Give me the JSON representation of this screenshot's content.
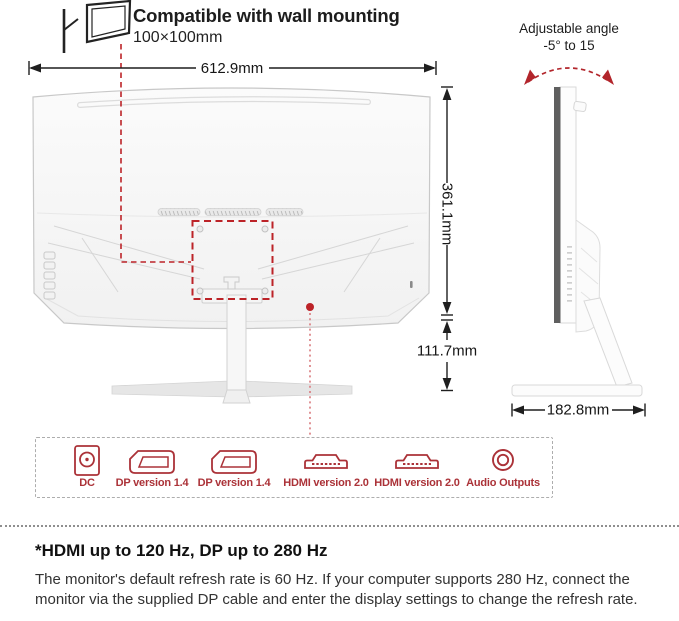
{
  "header": {
    "wall_mount_title": "Compatible with wall mounting",
    "wall_mount_subtitle": "100×100mm",
    "angle_title": "Adjustable angle",
    "angle_range": "-5° to 15"
  },
  "dimensions": {
    "width": "612.9mm",
    "height": "361.1mm",
    "stand_height": "111.7mm",
    "depth": "182.8mm"
  },
  "ports": {
    "items": [
      {
        "icon": "dc-port-icon",
        "label": "DC"
      },
      {
        "icon": "displayport-icon",
        "label": "DP version 1.4"
      },
      {
        "icon": "displayport-icon",
        "label": "DP version 1.4"
      },
      {
        "icon": "hdmi-port-icon",
        "label": "HDMI version 2.0"
      },
      {
        "icon": "hdmi-port-icon",
        "label": "HDMI version 2.0"
      },
      {
        "icon": "audio-output-icon",
        "label": "Audio Outputs"
      }
    ]
  },
  "footnote": {
    "heading": "*HDMI up to 120 Hz, DP up to 280 Hz",
    "body": "The monitor's default refresh rate is 60 Hz. If your computer supports 280 Hz, connect the monitor via the supplied DP cable and enter the display settings to change the refresh rate."
  },
  "colors": {
    "accent_red": "#bc2328",
    "port_red": "#ab3238",
    "text_dark": "#1d1d1d",
    "body_gray": "#f4f4f4"
  }
}
